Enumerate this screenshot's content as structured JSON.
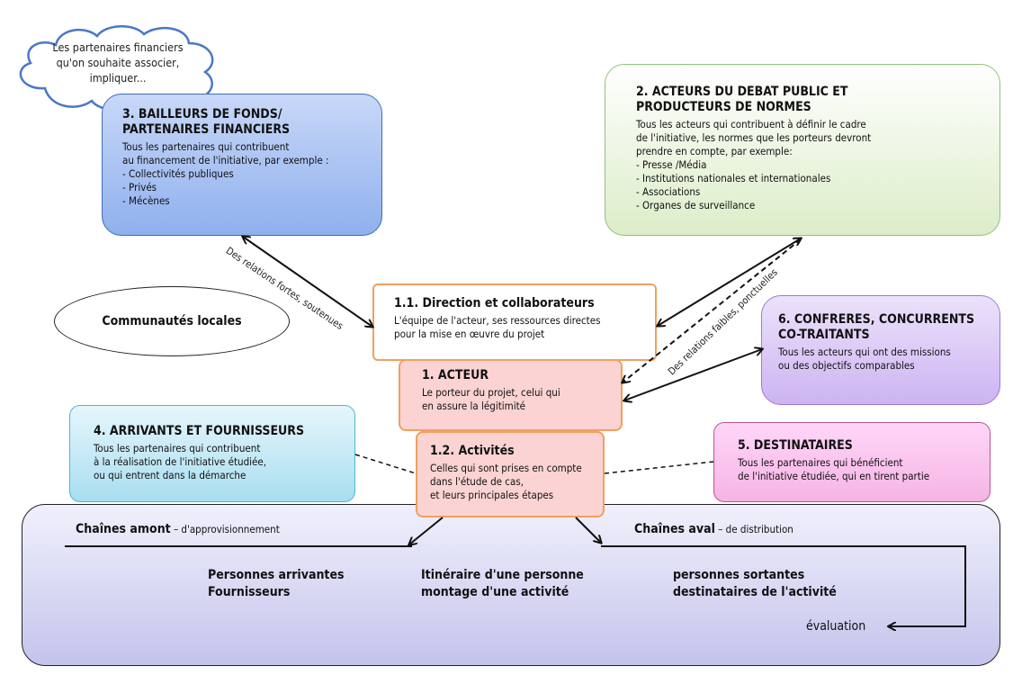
{
  "cloud": {
    "text": "Les partenaires financiers\nqu'on souhaite associer,\nimpliquer..."
  },
  "bailleurs": {
    "title": "3. BAILLEURS DE FONDS/\nPARTENAIRES FINANCIERS",
    "desc": "Tous les partenaires qui contribuent\nau financement de l'initiative, par exemple :",
    "items": [
      "Collectivités publiques",
      "Privés",
      "Mécènes"
    ]
  },
  "debat": {
    "title": "2. ACTEURS DU DEBAT PUBLIC ET\nPRODUCTEURS DE NORMES",
    "desc": "Tous les acteurs qui contribuent à définir le cadre\nde l'initiative, les normes que les porteurs devront\nprendre en compte, par exemple:",
    "items": [
      "Presse /Média",
      "Institutions nationales et internationales",
      "Associations",
      "Organes de surveillance"
    ]
  },
  "direction": {
    "title": "1.1. Direction et collaborateurs",
    "desc": "L'équipe de l'acteur, ses ressources directes\npour la mise en œuvre du projet"
  },
  "acteur": {
    "title": "1. ACTEUR",
    "desc": "Le porteur du projet, celui qui\nen assure la légitimité"
  },
  "activites": {
    "title": "1.2. Activités",
    "desc": "Celles qui sont prises en compte\ndans l'étude de cas,\net leurs principales étapes"
  },
  "confreres": {
    "title": "6. CONFRERES, CONCURRENTS\nCO-TRAITANTS",
    "desc": "Tous les acteurs qui ont des missions\nou des objectifs comparables"
  },
  "arrivants": {
    "title": "4. ARRIVANTS ET FOURNISSEURS",
    "desc": "Tous les partenaires qui contribuent\nà la réalisation de l'initiative étudiée,\nou qui entrent dans la démarche"
  },
  "destinataires": {
    "title": "5. DESTINATAIRES",
    "desc": "Tous les partenaires qui bénéficient\nde l'initiative étudiée, qui en tirent partie"
  },
  "communautes": {
    "label": "Communautés locales"
  },
  "links": {
    "strong": "Des relations fortes, soutenues",
    "weak": "Des relations faibles, ponctuelles"
  },
  "bottom": {
    "amont_title": "Chaînes amont",
    "amont_sub": " – d'approvisionnement",
    "aval_title": "Chaînes aval",
    "aval_sub": " – de distribution",
    "col1": "Personnes arrivantes\nFournisseurs",
    "col2": "Itinéraire d'une personne\nmontage d'une activité",
    "col3": "personnes sortantes\ndestinataires de l'activité",
    "evaluation": "évaluation"
  }
}
